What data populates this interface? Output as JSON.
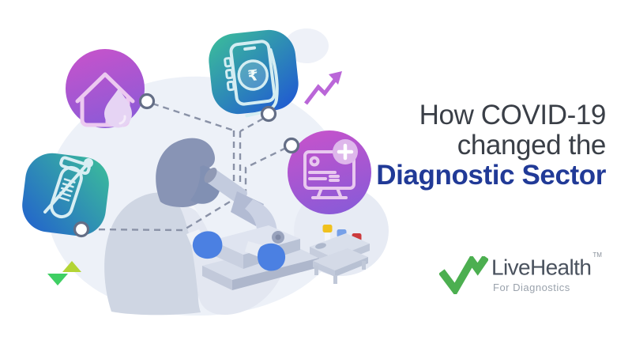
{
  "title": {
    "line1": "How COVID-19",
    "line2": "changed the",
    "line3": "Diagnostic Sector"
  },
  "logo": {
    "brand": "LiveHealth",
    "trademark": "TM",
    "tagline": "For Diagnostics"
  },
  "illustration": {
    "scene": "scientist-looking-through-microscope",
    "rupee_symbol": "₹",
    "icons": [
      "home-water-drop",
      "mobile-payment-rupee",
      "swab-test-tube",
      "online-medical-report",
      "growth-arrow",
      "sample-tube-rack",
      "up-down-arrows"
    ]
  },
  "colors": {
    "title_text": "#3a3f47",
    "title_accent": "#213a97",
    "logo_text": "#4a525e",
    "logo_tagline": "#9aa2ac",
    "logo_green": "#4caf50",
    "purple_start": "#c653cb",
    "purple_end": "#8c5ad7",
    "teal_start": "#3cbf99",
    "teal_end": "#2260ce",
    "dash_gray": "#8a92a7",
    "glove_blue": "#4b80e2"
  }
}
